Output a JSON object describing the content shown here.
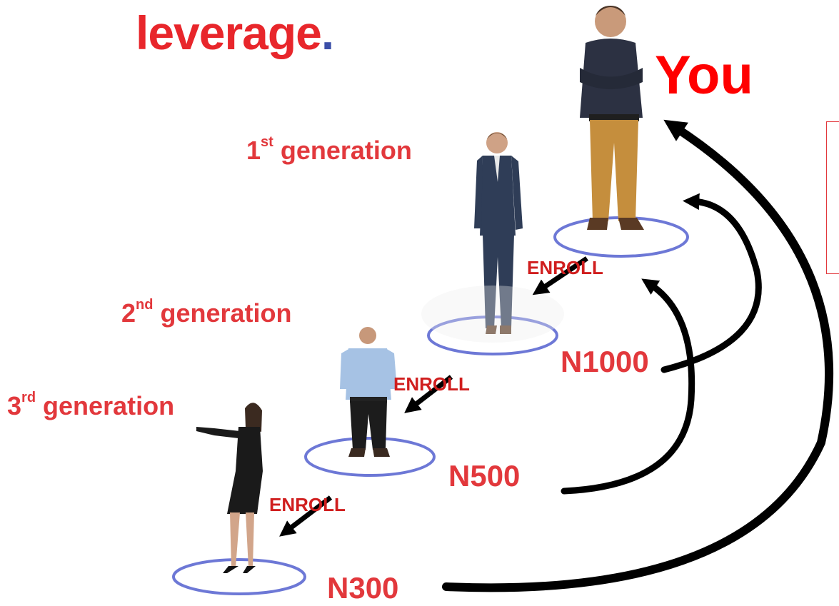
{
  "title": {
    "word": "leverage",
    "dot": "."
  },
  "top_label": "You",
  "generations": [
    {
      "num": "1",
      "sup": "st",
      "word": "generation"
    },
    {
      "num": "2",
      "sup": "nd",
      "word": "generation"
    },
    {
      "num": "3",
      "sup": "rd",
      "word": "generation"
    }
  ],
  "enroll_labels": [
    "ENROLL",
    "ENROLL",
    "ENROLL"
  ],
  "amounts": [
    "N1000",
    "N500",
    "N300"
  ],
  "colors": {
    "label_red": "#e2383c",
    "you_red": "#ff0000",
    "ring": "#6d78d6",
    "arrow": "#000000"
  }
}
